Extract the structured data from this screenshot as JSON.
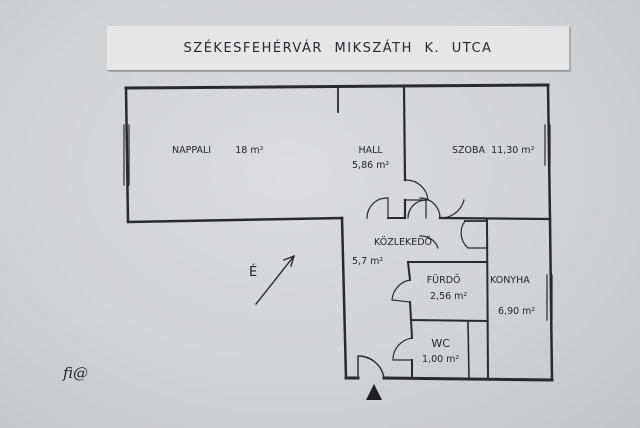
{
  "title": "SZÉKESFEHÉRVÁR  MIKSZÁTH K. UTCA",
  "rooms": [
    {
      "id": "nappali",
      "name": "NAPPALI",
      "area": "18 m²"
    },
    {
      "id": "hall",
      "name": "HALL",
      "area": "5,86 m²"
    },
    {
      "id": "szoba",
      "name": "SZOBA",
      "area": "11,30 m²"
    },
    {
      "id": "kozlekedo",
      "name": "KÖZLEKEDŐ",
      "area": "5,7 m²"
    },
    {
      "id": "furdo",
      "name": "FÜRDŐ",
      "area": "2,56 m²"
    },
    {
      "id": "konyha",
      "name": "KONYHA",
      "area": "6,90 m²"
    },
    {
      "id": "wc",
      "name": "WC",
      "area": "1,00 m²"
    }
  ],
  "north_label": "É",
  "signature": "fi@",
  "colors": {
    "ink": "#2a2a2c",
    "paper": "#d6d7d9",
    "title_box": "#e6e6e7"
  }
}
